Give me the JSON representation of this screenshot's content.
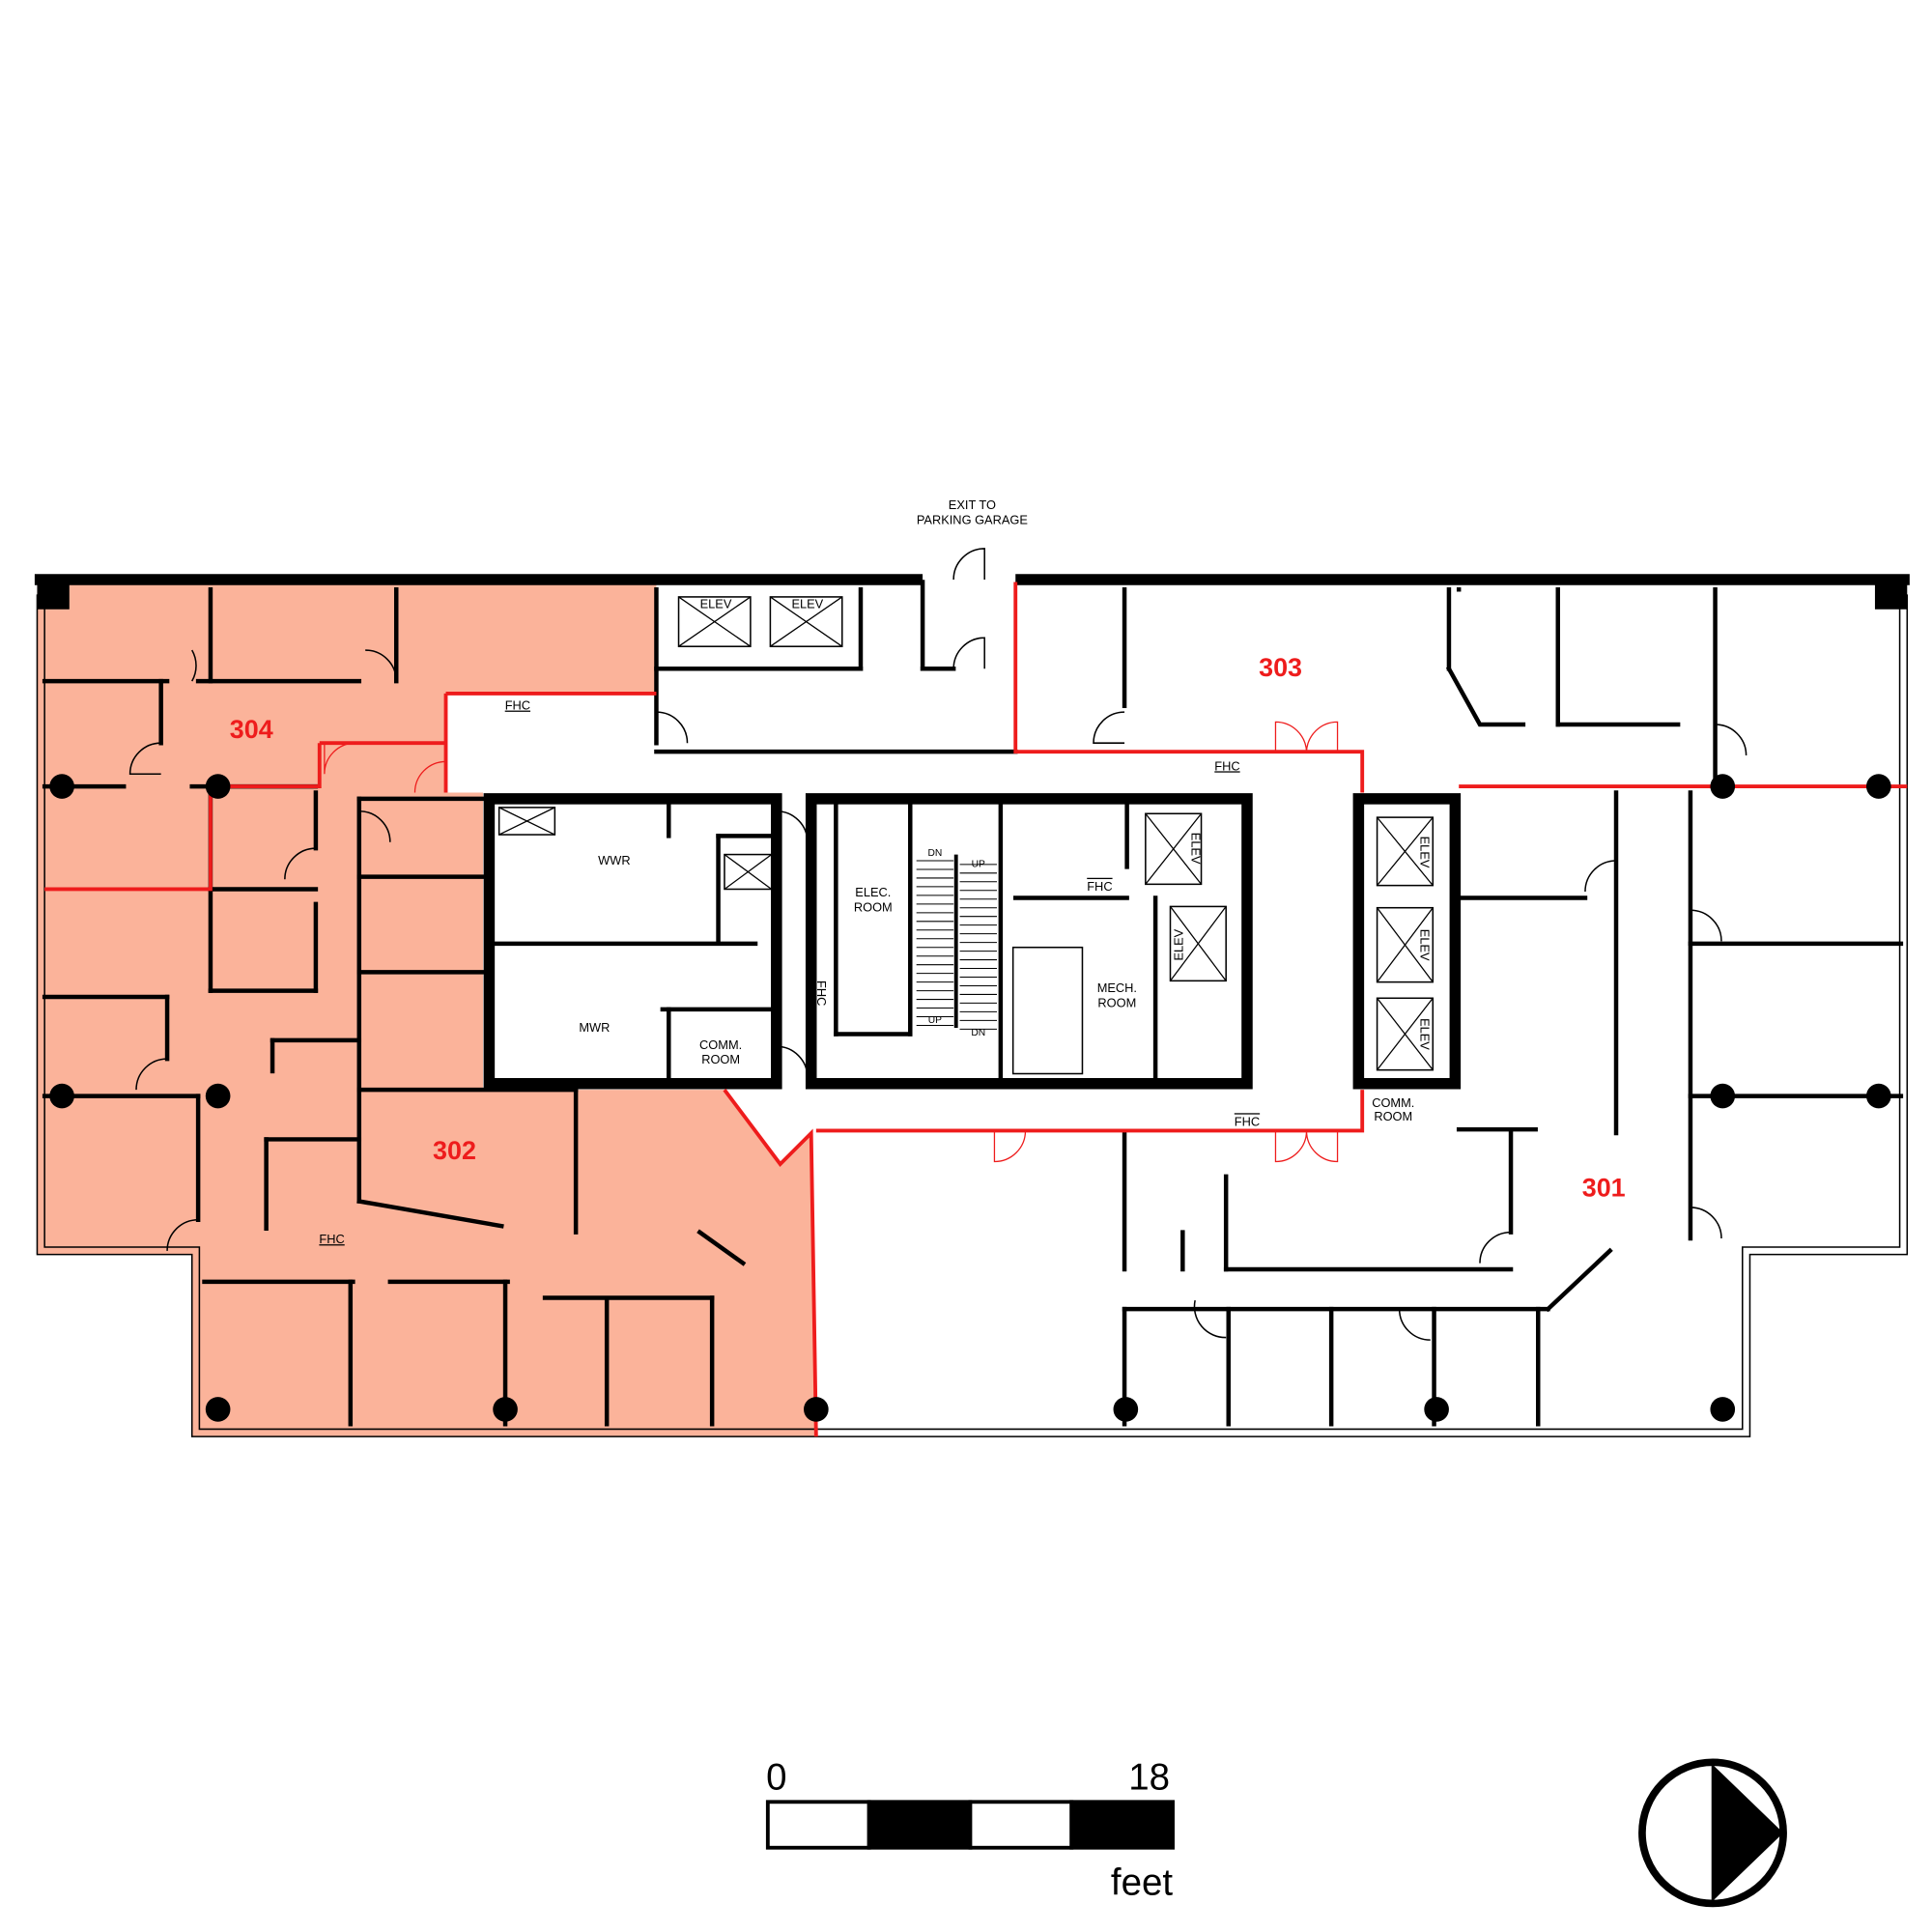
{
  "colors": {
    "leased_fill": "#fbb39a",
    "suite_line": "#ee1c1c",
    "wall": "#000000"
  },
  "exit_label": [
    "EXIT TO",
    "PARKING GARAGE"
  ],
  "suites": [
    {
      "number": "304",
      "highlighted": true
    },
    {
      "number": "302",
      "highlighted": true
    },
    {
      "number": "303",
      "highlighted": false
    },
    {
      "number": "301",
      "highlighted": false
    }
  ],
  "rooms": {
    "wwr": "WWR",
    "mwr": "MWR",
    "elec": [
      "ELEC.",
      "ROOM"
    ],
    "mech": [
      "MECH.",
      "ROOM"
    ],
    "comm": [
      "COMM.",
      "ROOM"
    ],
    "elev": "ELEV",
    "fhc": "FHC",
    "dn": "DN",
    "up": "UP"
  },
  "scale_bar": {
    "start": "0",
    "end": "18",
    "unit": "feet",
    "segments": 4
  },
  "north_arrow": {
    "icon": "north-arrow-icon",
    "direction": "right"
  }
}
